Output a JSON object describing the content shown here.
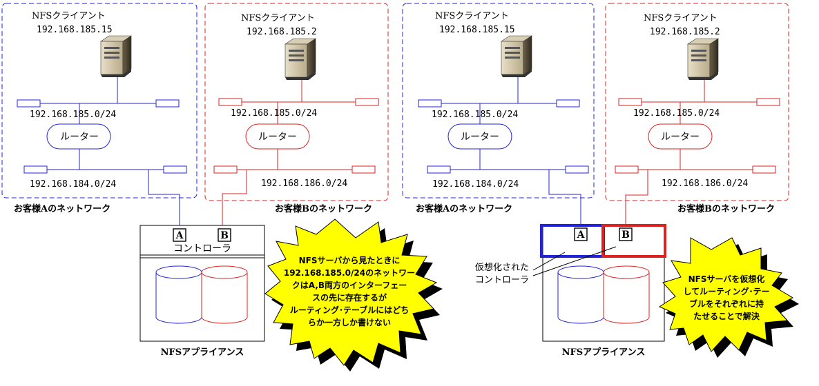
{
  "colors": {
    "blue": "#2222dd",
    "red": "#dd2222",
    "burst_fill": "#ffff00",
    "burst_shadow": "#000000"
  },
  "left_panel": {
    "net_a": {
      "client_label": "NFSクライアント",
      "client_ip": "192.168.185.15",
      "upper_subnet": "192.168.185.0/24",
      "router_label": "ルーター",
      "lower_subnet": "192.168.184.0/24",
      "network_caption": "お客様Aのネットワーク"
    },
    "net_b": {
      "client_label": "NFSクライアント",
      "client_ip": "192.168.185.2",
      "upper_subnet": "192.168.185.0/24",
      "router_label": "ルーター",
      "lower_subnet": "192.168.186.0/24",
      "network_caption": "お客様Bのネットワーク"
    },
    "port_a": "A",
    "port_b": "B",
    "controller_label": "コントローラ",
    "appliance_label": "NFSアプライアンス",
    "burst_lines": [
      "NFSサーバから見たときに",
      "192.168.185.0/24のネットワー",
      "クはA,B両方のインターフェー",
      "スの先に存在するが",
      "ルーティング･テーブルにはどち",
      "らか一方しか書けない"
    ]
  },
  "right_panel": {
    "net_a": {
      "client_label": "NFSクライアント",
      "client_ip": "192.168.185.15",
      "upper_subnet": "192.168.185.0/24",
      "router_label": "ルーター",
      "lower_subnet": "192.168.184.0/24",
      "network_caption": "お客様Aのネットワーク"
    },
    "net_b": {
      "client_label": "NFSクライアント",
      "client_ip": "192.168.185.2",
      "upper_subnet": "192.168.185.0/24",
      "router_label": "ルーター",
      "lower_subnet": "192.168.186.0/24",
      "network_caption": "お客様Bのネットワーク"
    },
    "port_a": "A",
    "port_b": "B",
    "virtual_controller_lines": [
      "仮想化された",
      "コントローラ"
    ],
    "appliance_label": "NFSアプライアンス",
    "burst_lines": [
      "NFSサーバを仮想化",
      "してルーティング･テー",
      "ブルをそれぞれに持",
      "たせることで解決"
    ]
  }
}
